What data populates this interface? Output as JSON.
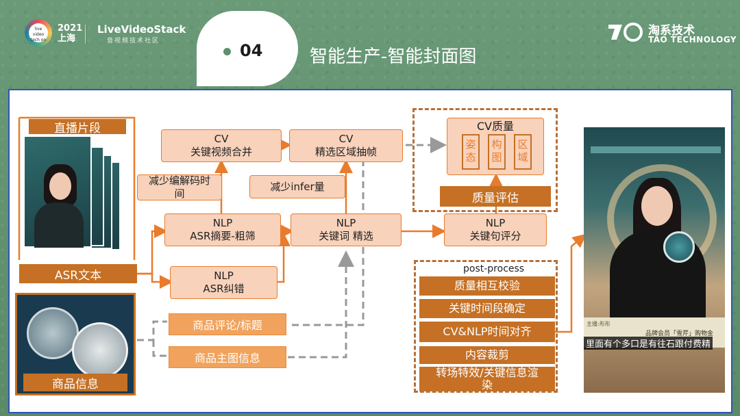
{
  "header": {
    "event_logo_text": "live video tech on",
    "event_year": "2021",
    "event_city": "上海",
    "livevideostack": "LiveVideoStack",
    "livevideostack_sub": "音视频技术社区",
    "section_number": "04",
    "title": "智能生产-智能封面图",
    "tao_cn": "淘系技术",
    "tao_en": "TAO TECHNOLOGY"
  },
  "diagram": {
    "live_clip_label": "直播片段",
    "product_info_label": "商品信息",
    "asr_text": "ASR文本",
    "cv_merge": {
      "line1": "CV",
      "line2": "关键视频合并"
    },
    "cv_select": {
      "line1": "CV",
      "line2": "精选区域抽帧"
    },
    "reduce_decode": "减少编解码时间",
    "reduce_infer": "减少infer量",
    "nlp_summary": {
      "line1": "NLP",
      "line2": "ASR摘要-粗筛"
    },
    "nlp_keyword": {
      "line1": "NLP",
      "line2": "关键词 精选"
    },
    "nlp_correct": {
      "line1": "NLP",
      "line2": "ASR纠错"
    },
    "product_review": "商品评论/标题",
    "product_image": "商品主图信息",
    "cv_quality": {
      "title": "CV质量",
      "items": [
        "姿态",
        "构图",
        "区域"
      ]
    },
    "quality_eval": "质量评估",
    "nlp_sentence": {
      "line1": "NLP",
      "line2": "关键句评分"
    },
    "post_process": {
      "label": "post-process",
      "steps": [
        "质量相互校验",
        "关键时间段确定",
        "CV&NLP时间对齐",
        "内容裁剪",
        "转场特效/关键信息渲染"
      ]
    },
    "output_caption": "里面有个多口是有往石跟付费精",
    "output_banner_title": "品牌会员「雪芹」购物金",
    "output_banner_tag": "主播:彤彤"
  },
  "colors": {
    "background": "#5f8f6e",
    "panel_border": "#2d55b8",
    "box_fill": "#f8d2bb",
    "box_border": "#e87c2c",
    "dark_orange": "#c57024",
    "light_orange": "#f1a35d"
  }
}
